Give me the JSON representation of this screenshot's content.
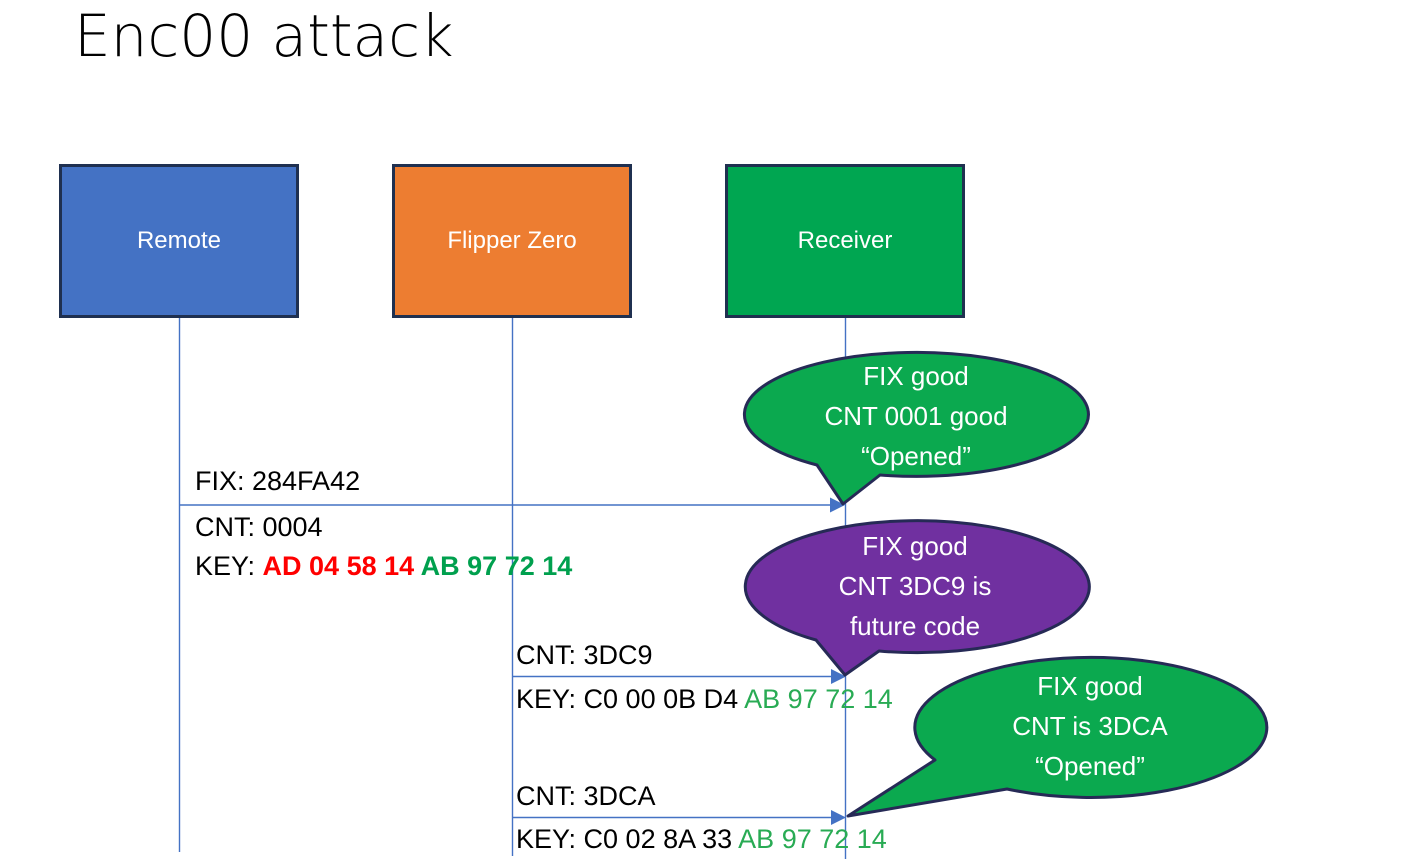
{
  "title": "Enc00 attack",
  "actors": [
    {
      "id": "remote",
      "label": "Remote",
      "fill": "#4472C4"
    },
    {
      "id": "flipper-zero",
      "label": "Flipper Zero",
      "fill": "#ED7D31"
    },
    {
      "id": "receiver",
      "label": "Receiver",
      "fill": "#00A651"
    }
  ],
  "messages": [
    {
      "from": "Remote",
      "to": "Receiver",
      "fix": "FIX: 284FA42",
      "cnt": "CNT: 0004",
      "key_prefix": "KEY: ",
      "key_red": "AD 04 58 14 ",
      "key_green": "AB 97 72 14"
    },
    {
      "from": "Flipper Zero",
      "to": "Receiver",
      "cnt": "CNT: 3DC9",
      "key_prefix": "KEY: C0 00 0B D4 ",
      "key_green": "AB 97 72 14"
    },
    {
      "from": "Flipper Zero",
      "to": "Receiver",
      "cnt": "CNT: 3DCA",
      "key_prefix": "KEY: C0 02 8A 33 ",
      "key_green": "AB 97 72 14"
    }
  ],
  "callouts": [
    {
      "color": "green",
      "fill": "#0BA94F",
      "lines": [
        "FIX good",
        "CNT 0001 good",
        "“Opened”"
      ]
    },
    {
      "color": "purple",
      "fill": "#7030A0",
      "lines": [
        "FIX good",
        "CNT 3DC9 is",
        "future code"
      ]
    },
    {
      "color": "green",
      "fill": "#0BA94F",
      "lines": [
        "FIX good",
        "CNT is 3DCA",
        "“Opened”"
      ]
    }
  ],
  "colors": {
    "remote_fill": "#4472C4",
    "flipper_fill": "#ED7D31",
    "receiver_fill": "#00A651",
    "callout_green": "#0BA94F",
    "callout_purple": "#7030A0",
    "shape_outline": "#1F3050",
    "callout_outline": "#262A56",
    "arrow_blue": "#4472C4",
    "key_red_text": "#FF0000",
    "key_green_text": "#00A04E",
    "body_text": "#000000"
  }
}
